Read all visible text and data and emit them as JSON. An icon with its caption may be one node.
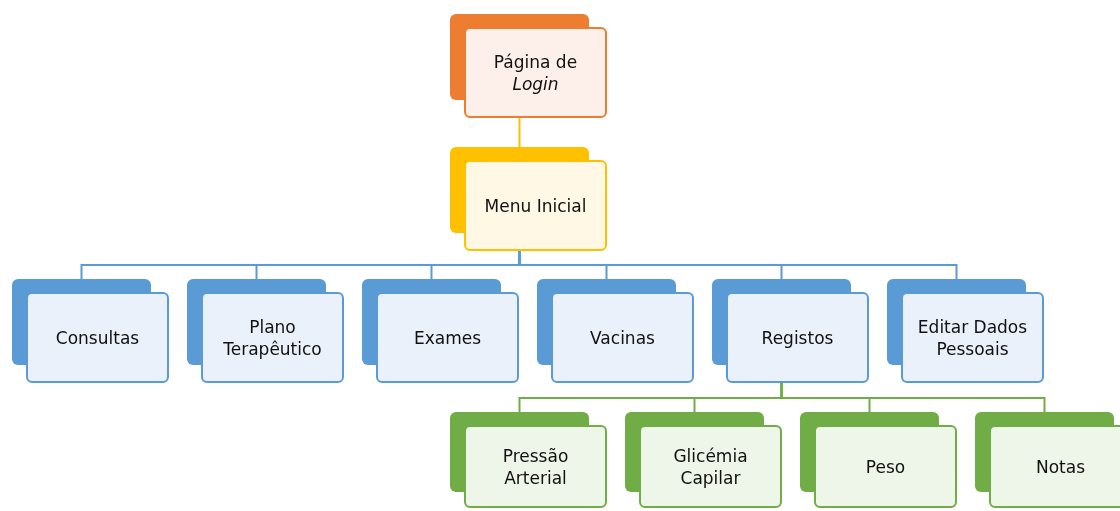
{
  "diagram": {
    "nodes": [
      {
        "text": [
          "Página de *Login*"
        ]
      },
      {
        "text": [
          "Menu Inicial"
        ]
      },
      {
        "text": [
          "Consultas"
        ]
      },
      {
        "text": [
          "Plano Terapêutico"
        ]
      },
      {
        "text": [
          "Exames"
        ]
      },
      {
        "text": [
          "Vacinas"
        ]
      },
      {
        "text": [
          "Registos"
        ]
      },
      {
        "text": [
          "Editar Dados Pessoais"
        ]
      },
      {
        "text": [
          "Pressão Arterial"
        ]
      },
      {
        "text": [
          "Glicémia Capilar"
        ]
      },
      {
        "text": [
          "Peso"
        ]
      },
      {
        "text": [
          "Notas"
        ]
      }
    ],
    "edges": [
      {
        "from": 0,
        "to": 1,
        "arrow": "none",
        "color": "#ffc000"
      },
      {
        "from": 1,
        "to": 2,
        "arrow": "none"
      },
      {
        "from": 1,
        "to": 3,
        "arrow": "none"
      },
      {
        "from": 1,
        "to": 4,
        "arrow": "none"
      },
      {
        "from": 1,
        "to": 5,
        "arrow": "none"
      },
      {
        "from": 1,
        "to": 6,
        "arrow": "none"
      },
      {
        "from": 1,
        "to": 7,
        "arrow": "none"
      },
      {
        "from": 6,
        "to": 8,
        "arrow": "none",
        "color": "#70ad47"
      },
      {
        "from": 6,
        "to": 9,
        "arrow": "none",
        "color": "#70ad47"
      },
      {
        "from": 6,
        "to": 10,
        "arrow": "none",
        "color": "#70ad47"
      },
      {
        "from": 6,
        "to": 11,
        "arrow": "none",
        "color": "#70ad47"
      }
    ]
  }
}
